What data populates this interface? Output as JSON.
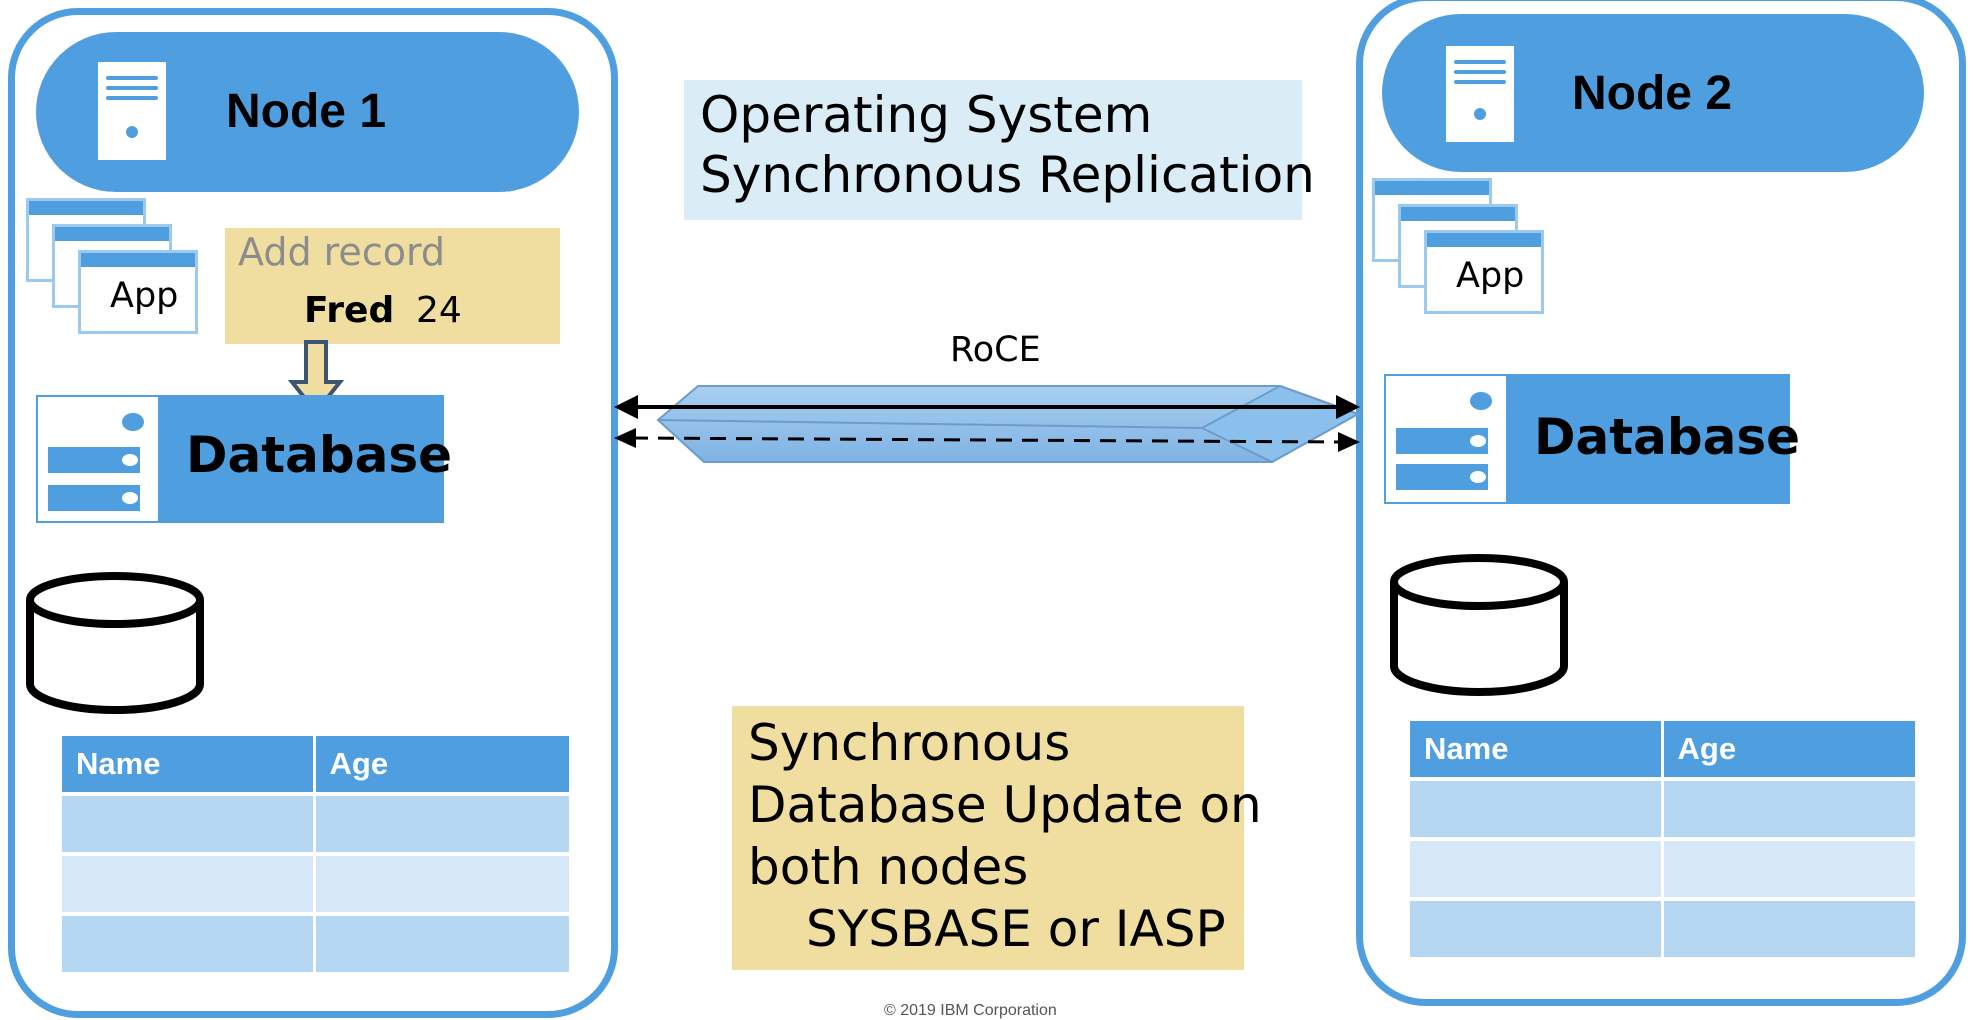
{
  "node1": {
    "title": "Node 1",
    "app_label": "App",
    "add_record": {
      "title": "Add record",
      "name": "Fred",
      "age": "24"
    },
    "database_label": "Database",
    "table": {
      "headers": [
        "Name",
        "Age"
      ],
      "rows": [
        [
          "",
          ""
        ],
        [
          "",
          ""
        ],
        [
          "",
          ""
        ]
      ]
    }
  },
  "node2": {
    "title": "Node 2",
    "app_label": "App",
    "database_label": "Database",
    "table": {
      "headers": [
        "Name",
        "Age"
      ],
      "rows": [
        [
          "",
          ""
        ],
        [
          "",
          ""
        ],
        [
          "",
          ""
        ]
      ]
    }
  },
  "os_replication": {
    "line1": "Operating System",
    "line2": "Synchronous Replication"
  },
  "link": {
    "label": "RoCE"
  },
  "sync_update": {
    "line1": "Synchronous",
    "line2": "Database Update on",
    "line3": "both nodes",
    "line4": "SYSBASE or IASP"
  },
  "footer": {
    "copyright": "© 2019 IBM Corporation"
  },
  "colors": {
    "node_blue": "#4f9fe0",
    "light_blue_box": "#daedf6",
    "tan_box": "#f0dea1",
    "row_blue": "#b5d6f1",
    "row_light": "#d6e8f8"
  }
}
